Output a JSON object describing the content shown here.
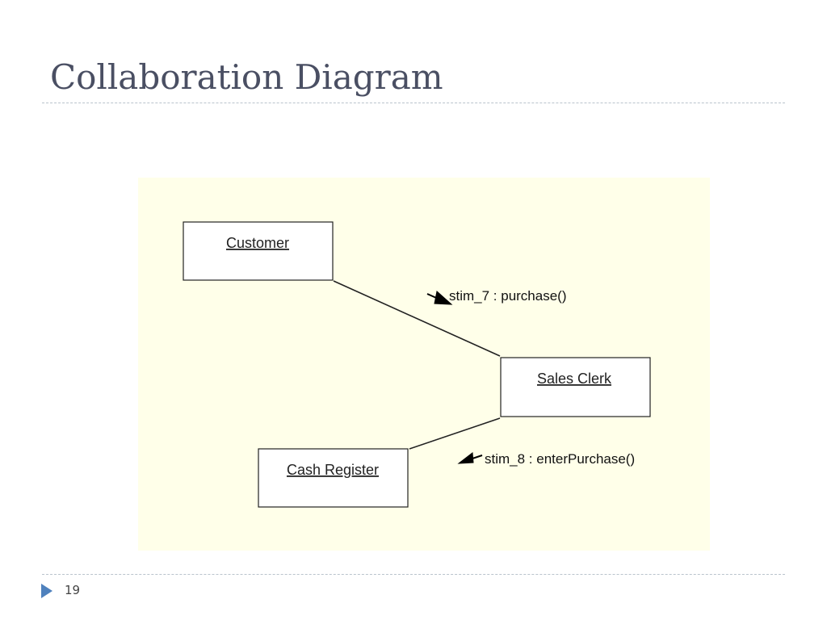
{
  "slide": {
    "title": "Collaboration Diagram",
    "slide_number": "19",
    "colors": {
      "title": "#4a4f63",
      "panel_background": "#ffffe9",
      "rule": "#b9c3cc",
      "footer_arrow": "#4f81bd"
    }
  },
  "diagram": {
    "objects": {
      "customer": "Customer",
      "sales_clerk": "Sales Clerk",
      "cash_register": "Cash Register"
    },
    "messages": {
      "purchase": "stim_7 : purchase()",
      "enter_purchase": "stim_8 : enterPurchase()"
    }
  }
}
